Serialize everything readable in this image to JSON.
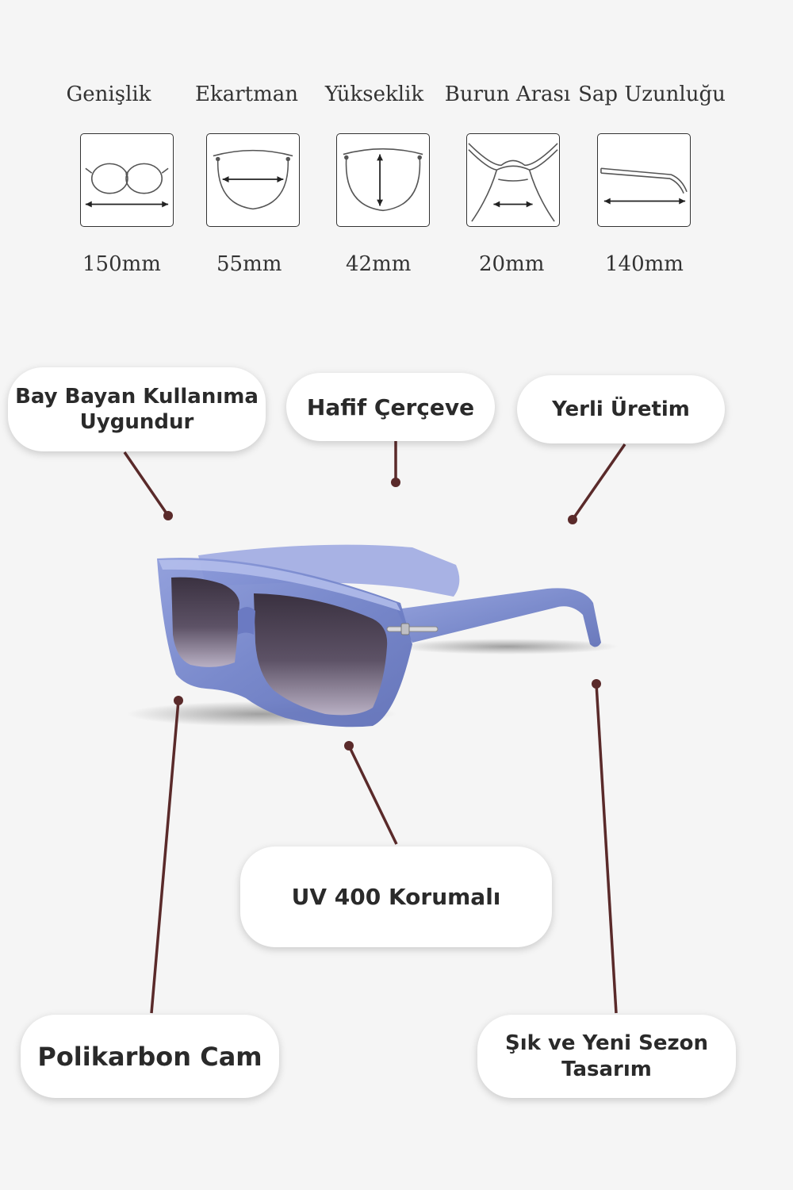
{
  "measurements": [
    {
      "label": "Genişlik",
      "value": "150mm",
      "icon": "frame-width-icon"
    },
    {
      "label": "Ekartman",
      "value": "55mm",
      "icon": "lens-width-icon"
    },
    {
      "label": "Yükseklik",
      "value": "42mm",
      "icon": "lens-height-icon"
    },
    {
      "label": "Burun Arası",
      "value": "20mm",
      "icon": "bridge-width-icon"
    },
    {
      "label": "Sap Uzunluğu",
      "value": "140mm",
      "icon": "temple-length-icon"
    }
  ],
  "features": {
    "unisex_line1": "Bay Bayan Kullanıma",
    "unisex_line2": "Uygundur",
    "light_frame": "Hafif Çerçeve",
    "local_made": "Yerli Üretim",
    "uv": "UV 400 Korumalı",
    "polycarbonate": "Polikarbon Cam",
    "stylish_line1": "Şık ve Yeni Sezon",
    "stylish_line2": "Tasarım"
  },
  "colors": {
    "background": "#f5f5f5",
    "leader_line": "#5a2a2a",
    "frame": "#7f8fd0",
    "lens": "#4a3f55"
  }
}
